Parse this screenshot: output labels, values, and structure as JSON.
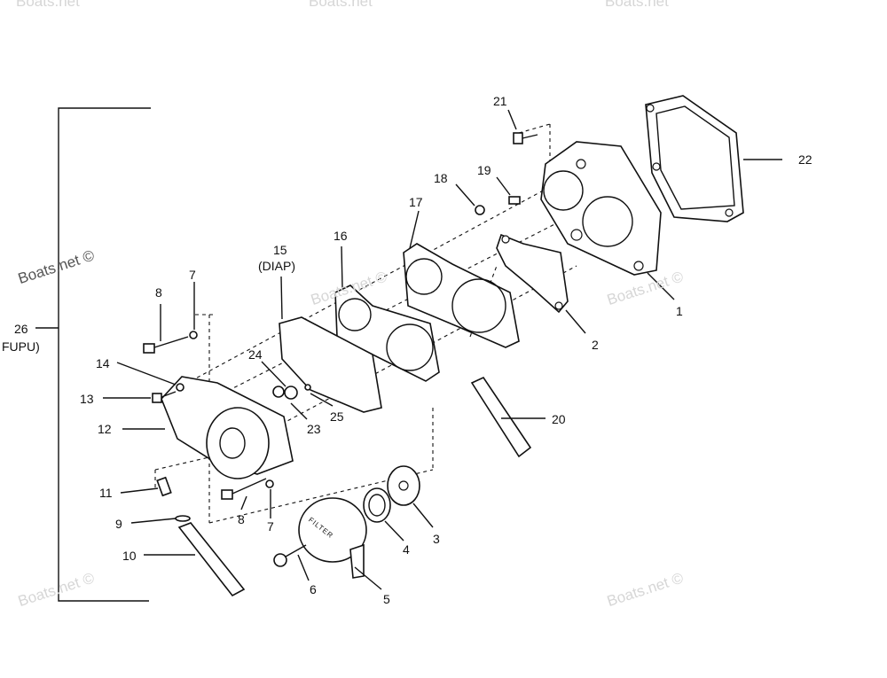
{
  "watermarks": [
    "Boats.net",
    "Boats.net",
    "Boats.net",
    "Boats.net ©",
    "Boats.net ©",
    "Boats.net ©",
    "Boats.net ©",
    "Boats.net ©"
  ],
  "callouts": {
    "c1": "1",
    "c2": "2",
    "c3": "3",
    "c4": "4",
    "c5": "5",
    "c6": "6",
    "c7a": "7",
    "c7b": "7",
    "c8a": "8",
    "c8b": "8",
    "c9": "9",
    "c10": "10",
    "c11": "11",
    "c12": "12",
    "c13": "13",
    "c14": "14",
    "c15": "15",
    "c15sub": "(DIAP)",
    "c16": "16",
    "c17": "17",
    "c18": "18",
    "c19": "19",
    "c20": "20",
    "c21": "21",
    "c22": "22",
    "c23": "23",
    "c24": "24",
    "c25": "25",
    "c26": "26",
    "c26sub": "FUPU)"
  },
  "filter_text": "FILTER"
}
